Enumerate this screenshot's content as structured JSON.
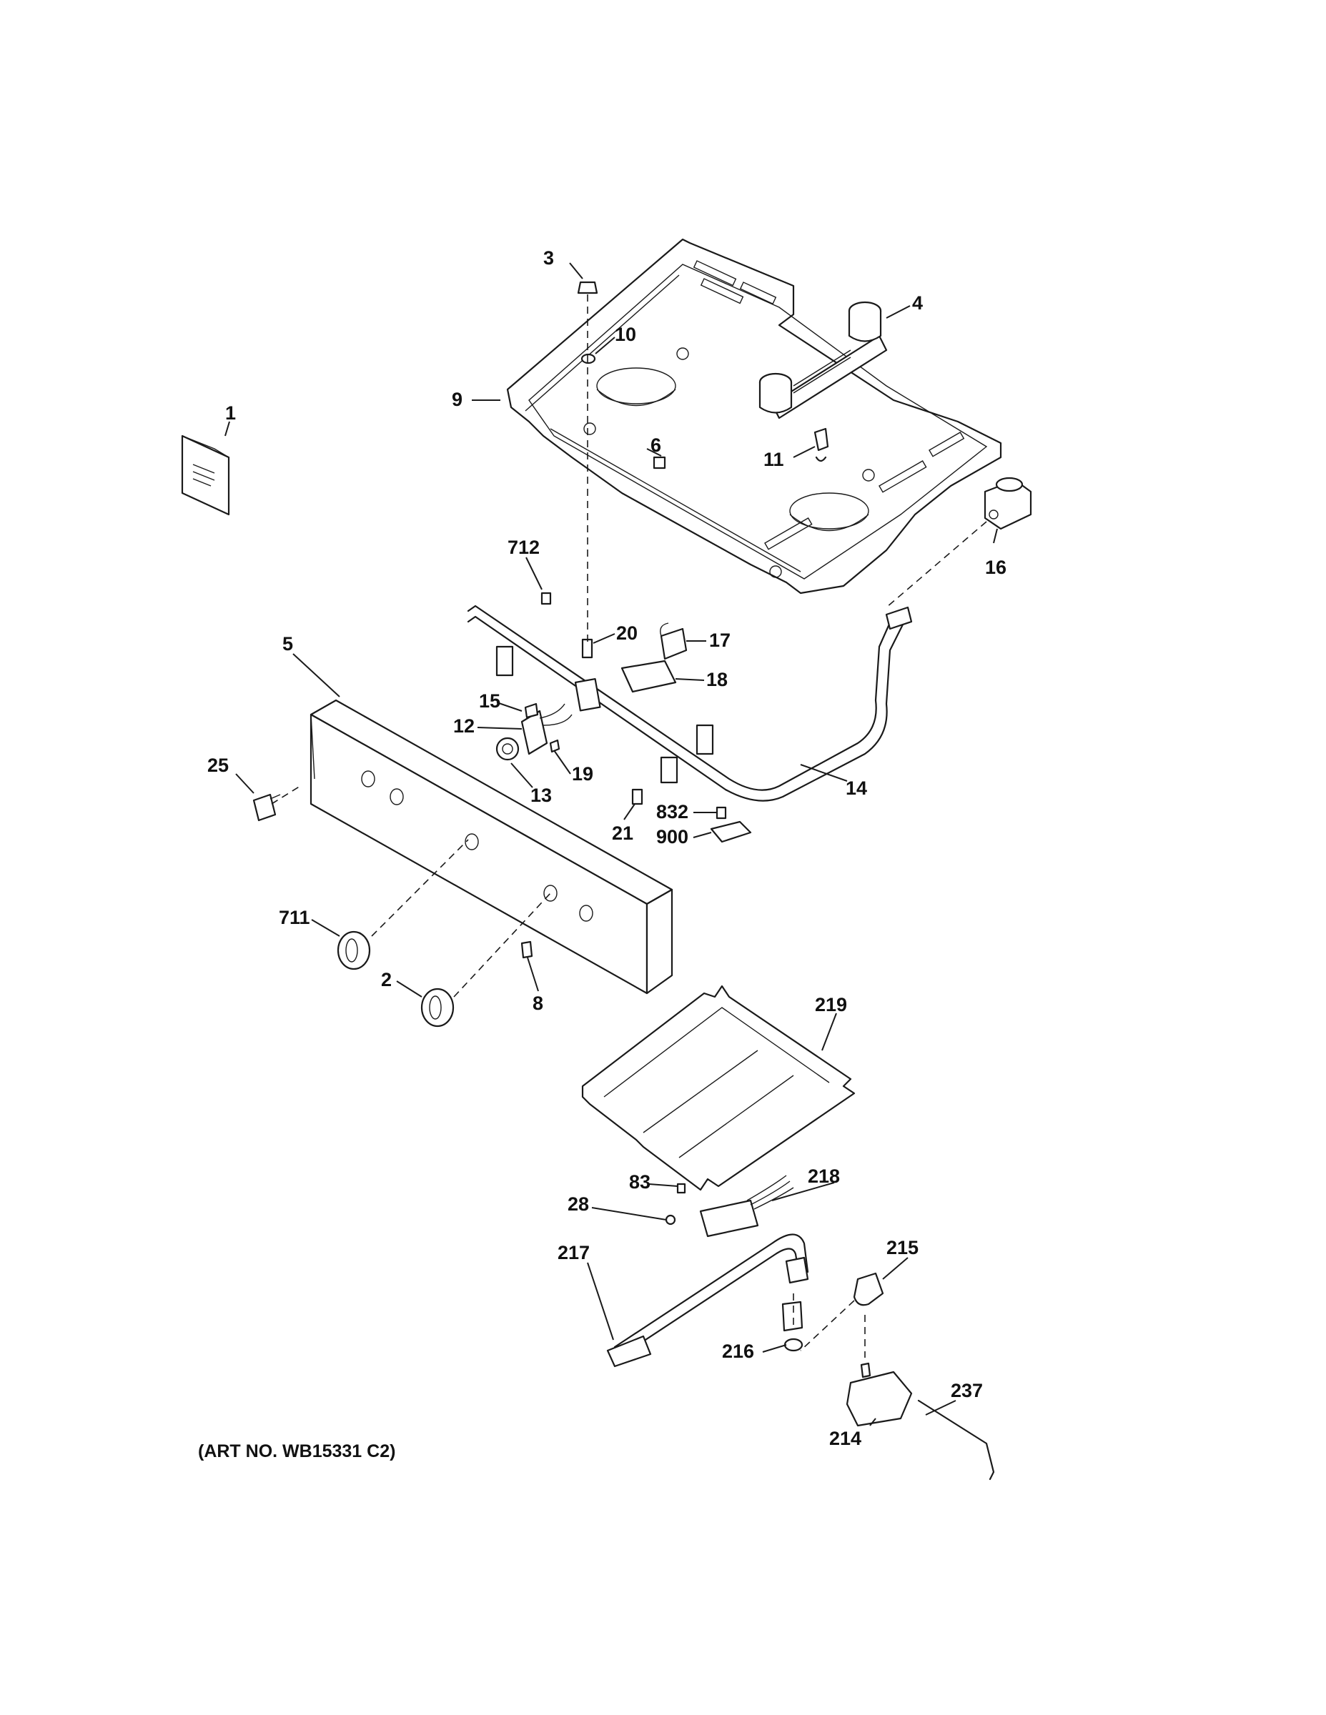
{
  "diagram": {
    "art_number": "(ART NO. WB15331 C2)",
    "callouts": [
      {
        "id": "1",
        "label": "1"
      },
      {
        "id": "2",
        "label": "2"
      },
      {
        "id": "3",
        "label": "3"
      },
      {
        "id": "4",
        "label": "4"
      },
      {
        "id": "5",
        "label": "5"
      },
      {
        "id": "6",
        "label": "6"
      },
      {
        "id": "8",
        "label": "8"
      },
      {
        "id": "9",
        "label": "9"
      },
      {
        "id": "10",
        "label": "10"
      },
      {
        "id": "11",
        "label": "11"
      },
      {
        "id": "12",
        "label": "12"
      },
      {
        "id": "13",
        "label": "13"
      },
      {
        "id": "14",
        "label": "14"
      },
      {
        "id": "15",
        "label": "15"
      },
      {
        "id": "16",
        "label": "16"
      },
      {
        "id": "17",
        "label": "17"
      },
      {
        "id": "18",
        "label": "18"
      },
      {
        "id": "19",
        "label": "19"
      },
      {
        "id": "20",
        "label": "20"
      },
      {
        "id": "21",
        "label": "21"
      },
      {
        "id": "25",
        "label": "25"
      },
      {
        "id": "28",
        "label": "28"
      },
      {
        "id": "83",
        "label": "83"
      },
      {
        "id": "214",
        "label": "214"
      },
      {
        "id": "215",
        "label": "215"
      },
      {
        "id": "216",
        "label": "216"
      },
      {
        "id": "217",
        "label": "217"
      },
      {
        "id": "218",
        "label": "218"
      },
      {
        "id": "219",
        "label": "219"
      },
      {
        "id": "237",
        "label": "237"
      },
      {
        "id": "711",
        "label": "711"
      },
      {
        "id": "712",
        "label": "712"
      },
      {
        "id": "832",
        "label": "832"
      },
      {
        "id": "900",
        "label": "900"
      }
    ]
  }
}
